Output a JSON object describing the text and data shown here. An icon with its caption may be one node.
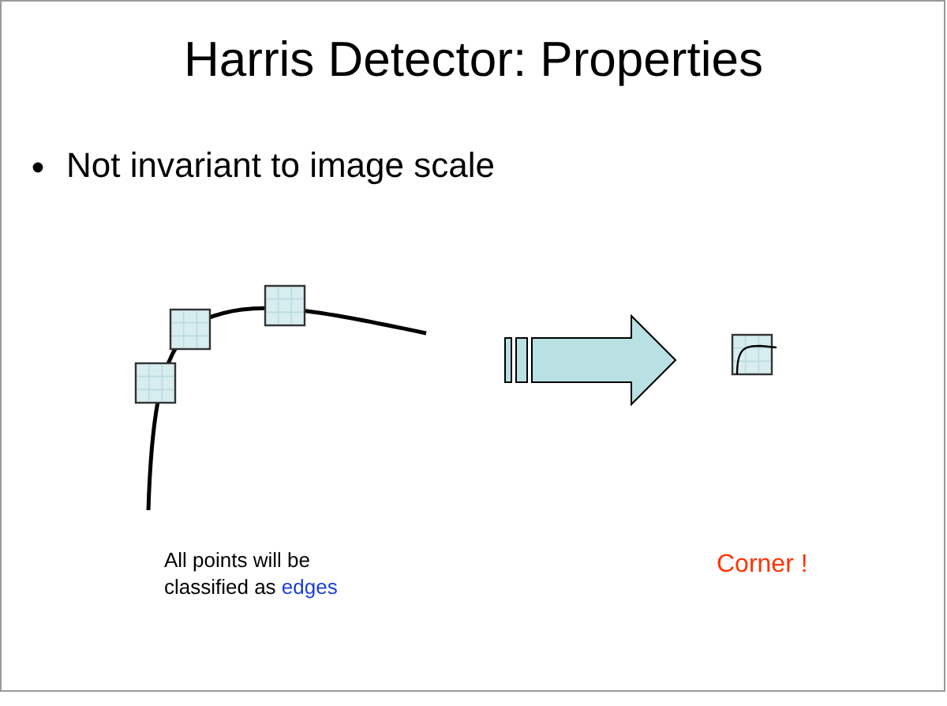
{
  "diagram": {
    "title": "Harris Detector: Properties",
    "nodes": [
      {
        "text": [],
        "shape": "picture"
      },
      {
        "text": [],
        "shape": "picture"
      }
    ],
    "edges": [
      {
        "from": 0,
        "to": 1,
        "arrow": "to"
      }
    ],
    "labels": [
      "Not invariant to image scale",
      "All points will be classified as edges",
      "Corner !"
    ]
  }
}
